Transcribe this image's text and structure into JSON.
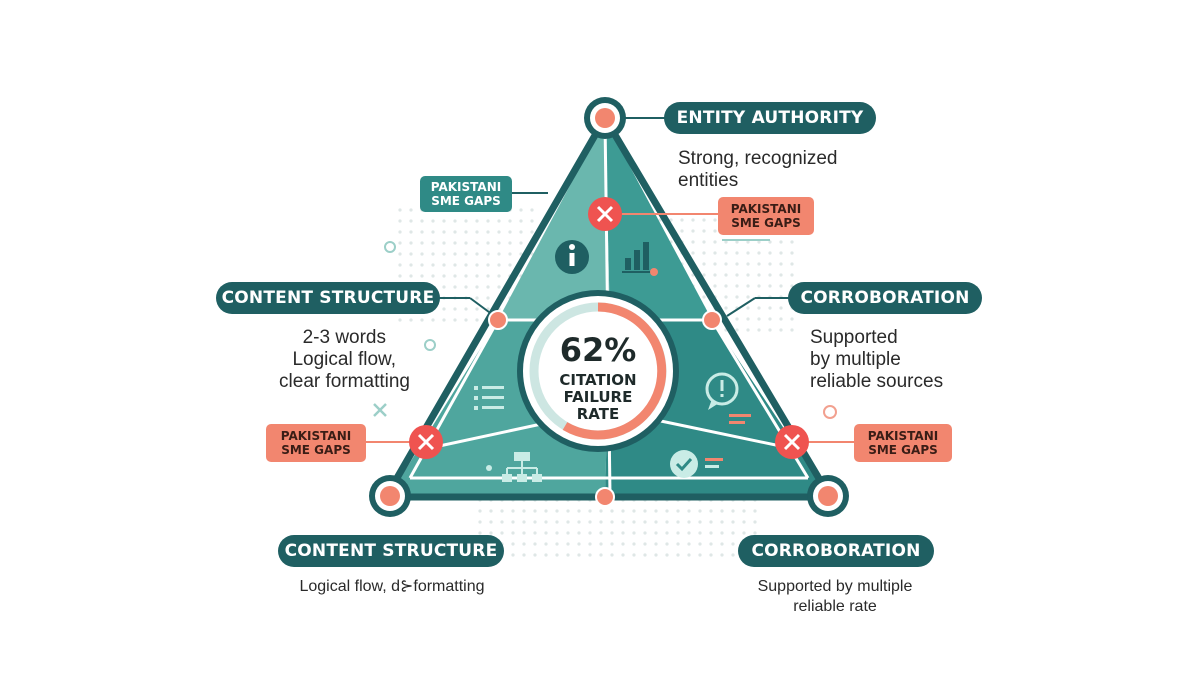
{
  "center": {
    "percent": "62%",
    "line1": "CITATION",
    "line2": "FAILURE",
    "line3": "RATE"
  },
  "labels": {
    "entity_authority": "ENTITY AUTHORITY",
    "entity_desc_1": "Strong, recognized",
    "entity_desc_2": "entities",
    "content_structure_left": "CONTENT STRUCTURE",
    "content_left_desc_1": "2-3 words",
    "content_left_desc_2": "Logical flow,",
    "content_left_desc_3": "clear formatting",
    "corroboration_right": "CORROBORATION",
    "corr_right_desc_1": "Supported",
    "corr_right_desc_2": "by multiple",
    "corr_right_desc_3": "reliable sources",
    "content_structure_bottom": "CONTENT STRUCTURE",
    "content_bottom_desc": "Logical flow, d⊱formatting",
    "corroboration_bottom": "CORROBORATION",
    "corr_bottom_desc_1": "Supported by multiple",
    "corr_bottom_desc_2": "reliable rate"
  },
  "gap_tags": {
    "line1": "PAKISTANI",
    "line2": "SME GAPS"
  },
  "colors": {
    "teal_dark": "#1f5f62",
    "teal_mid": "#3d9b94",
    "teal_light": "#7fc4bb",
    "coral": "#f2866f",
    "red_x": "#ef5350"
  },
  "icons": [
    "info-icon",
    "bar-chart-icon",
    "list-icon",
    "hierarchy-icon",
    "alert-bubble-icon",
    "check-icon",
    "close-icon"
  ]
}
